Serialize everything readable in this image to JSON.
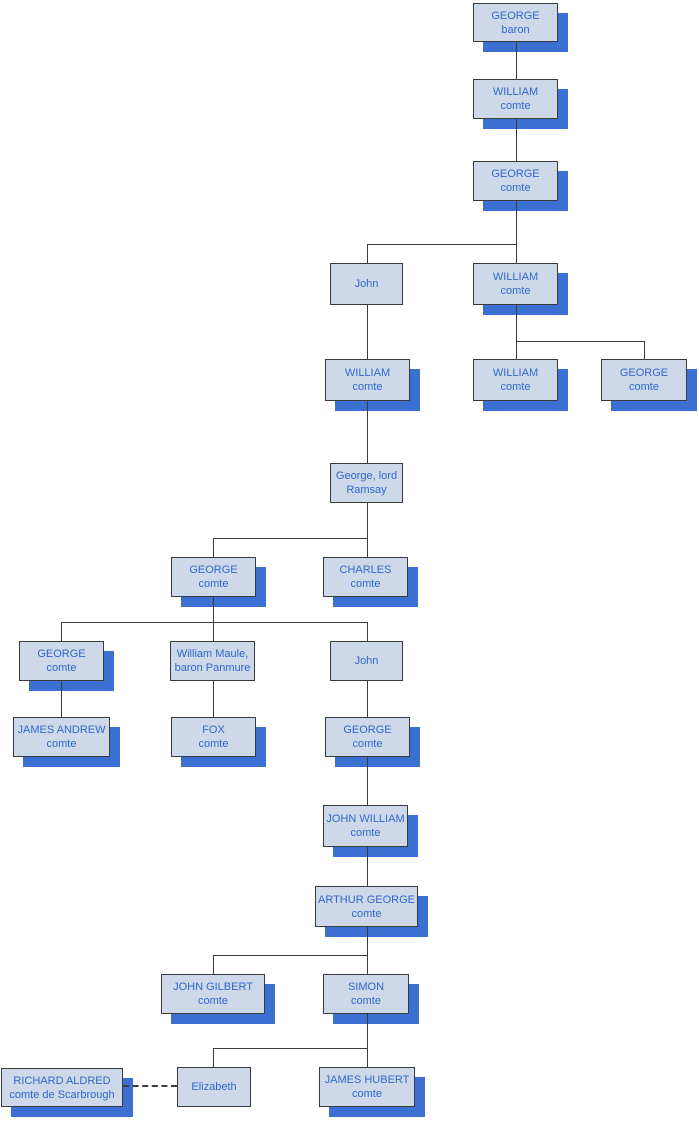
{
  "diagram": {
    "type": "genealogy-family-tree",
    "background": "#ffffff",
    "colors": {
      "node_fill": "#cdd9e8",
      "node_border": "#3a3a3a",
      "node_text": "#3366cc",
      "node_shadow": "#3b70d2",
      "connector_line": "#3c3c3c"
    }
  },
  "nodes": [
    {
      "line1": "GEORGE",
      "line2": "baron"
    },
    {
      "line1": "WILLIAM",
      "line2": "comte"
    },
    {
      "line1": "GEORGE",
      "line2": "comte"
    },
    {
      "line1": "John",
      "line2": ""
    },
    {
      "line1": "WILLIAM",
      "line2": "comte"
    },
    {
      "line1": "WILLIAM",
      "line2": "comte"
    },
    {
      "line1": "WILLIAM",
      "line2": "comte"
    },
    {
      "line1": "GEORGE",
      "line2": "comte"
    },
    {
      "line1": "George, lord",
      "line2": "Ramsay"
    },
    {
      "line1": "GEORGE",
      "line2": "comte"
    },
    {
      "line1": "CHARLES",
      "line2": "comte"
    },
    {
      "line1": "GEORGE",
      "line2": "comte"
    },
    {
      "line1": "William Maule,",
      "line2": "baron Panmure"
    },
    {
      "line1": "John",
      "line2": ""
    },
    {
      "line1": "JAMES ANDREW",
      "line2": "comte"
    },
    {
      "line1": "FOX",
      "line2": "comte"
    },
    {
      "line1": "GEORGE",
      "line2": "comte"
    },
    {
      "line1": "JOHN WILLIAM",
      "line2": "comte"
    },
    {
      "line1": "ARTHUR GEORGE",
      "line2": "comte"
    },
    {
      "line1": "JOHN GILBERT",
      "line2": "comte"
    },
    {
      "line1": "SIMON",
      "line2": "comte"
    },
    {
      "line1": "Elizabeth",
      "line2": ""
    },
    {
      "line1": "JAMES HUBERT",
      "line2": "comte"
    },
    {
      "line1": "RICHARD ALDRED",
      "line2": "comte de Scarbrough"
    }
  ]
}
